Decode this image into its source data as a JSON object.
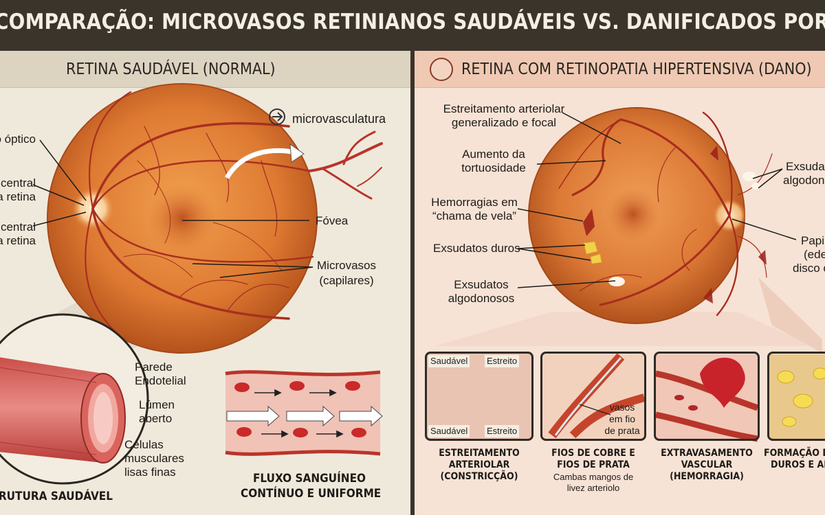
{
  "title": "COMPARAÇÃO: MICROVASOS RETINIANOS SAUDÁVEIS VS. DANIFICADOS POR HIPERTENSÃO",
  "left": {
    "header": "RETINA SAUDÁVEL (NORMAL)",
    "labels": {
      "disco": "Disco óptico",
      "arteria_1": "Artéria central",
      "arteria_2": "da retina",
      "veia_1": "Veia central",
      "veia_2": "da retina",
      "microvasc": "microvasculatura",
      "fovea": "Fóvea",
      "microvasos_1": "Microvasos",
      "microvasos_2": "(capilares)",
      "parede_1": "Parede",
      "parede_2": "Endotelial",
      "lumen_1": "Lúmen",
      "lumen_2": "aberto",
      "celulas_1": "Células",
      "celulas_2": "musculares",
      "celulas_3": "lisas finas"
    },
    "estrutura_caption": "ESTRUTURA SAUDÁVEL",
    "fluxo_caption_1": "FLUXO SANGUÍNEO",
    "fluxo_caption_2": "CONTÍNUO E UNIFORME"
  },
  "right": {
    "header": "RETINA COM RETINOPATIA HIPERTENSIVA (DANO)",
    "labels": {
      "estreit_1": "Estreitamento arteriolar",
      "estreit_2": "generalizado e focal",
      "tort_1": "Aumento da",
      "tort_2": "tortuosidade",
      "hemo_1": "Hemorragias em",
      "hemo_2": "“chama de vela”",
      "duros": "Exsudatos duros",
      "algod_1": "Exsudatos",
      "algod_2": "algodonosos",
      "exs_r1": "Exsudatos",
      "exs_r2": "algodonosos",
      "papil_1": "Papiledema",
      "papil_2": "(edema do",
      "papil_3": "disco óptico)"
    },
    "cards": [
      {
        "tag_top_left": "Saudável",
        "tag_top_right": "Estreito",
        "tag_bot_left": "Saudável",
        "tag_bot_right": "Estreito",
        "caption_1": "ESTREITAMENTO",
        "caption_2": "ARTERIOLAR",
        "caption_3": "(CONSTRICÇÃO)"
      },
      {
        "note_1": "vasos",
        "note_2": "em fio",
        "note_3": "de prata",
        "caption_1": "FIOS DE COBRE E",
        "caption_2": "FIOS DE PRATA",
        "sub_1": "Cambas mangos de",
        "sub_2": "livez arteriolo"
      },
      {
        "caption_1": "EXTRAVASAMENTO",
        "caption_2": "VASCULAR",
        "caption_3": "(HEMORRAGIA)"
      },
      {
        "caption_1": "FORMAÇÃO DE EXSUDATOS",
        "caption_2": "DUROS E ALGODONOSOS"
      }
    ]
  },
  "colors": {
    "header_bg": "#3a342b",
    "retina_orange": "#e0803a",
    "vessel_red": "#b8352a",
    "left_panel": "#efe9dc",
    "right_panel": "#f6e3d6"
  }
}
